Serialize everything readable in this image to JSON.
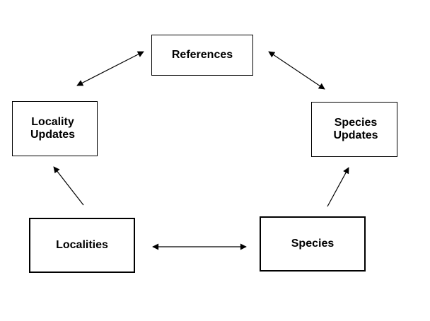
{
  "diagram": {
    "nodes": {
      "references": "References",
      "locality_updates": "Locality\nUpdates",
      "species_updates": "Species\nUpdates",
      "localities": "Localities",
      "species": "Species"
    },
    "edges": [
      {
        "from": "references",
        "to": "locality_updates",
        "direction": "both"
      },
      {
        "from": "references",
        "to": "species_updates",
        "direction": "both"
      },
      {
        "from": "localities",
        "to": "locality_updates",
        "direction": "forward"
      },
      {
        "from": "species",
        "to": "species_updates",
        "direction": "forward"
      },
      {
        "from": "localities",
        "to": "species",
        "direction": "both"
      }
    ]
  }
}
